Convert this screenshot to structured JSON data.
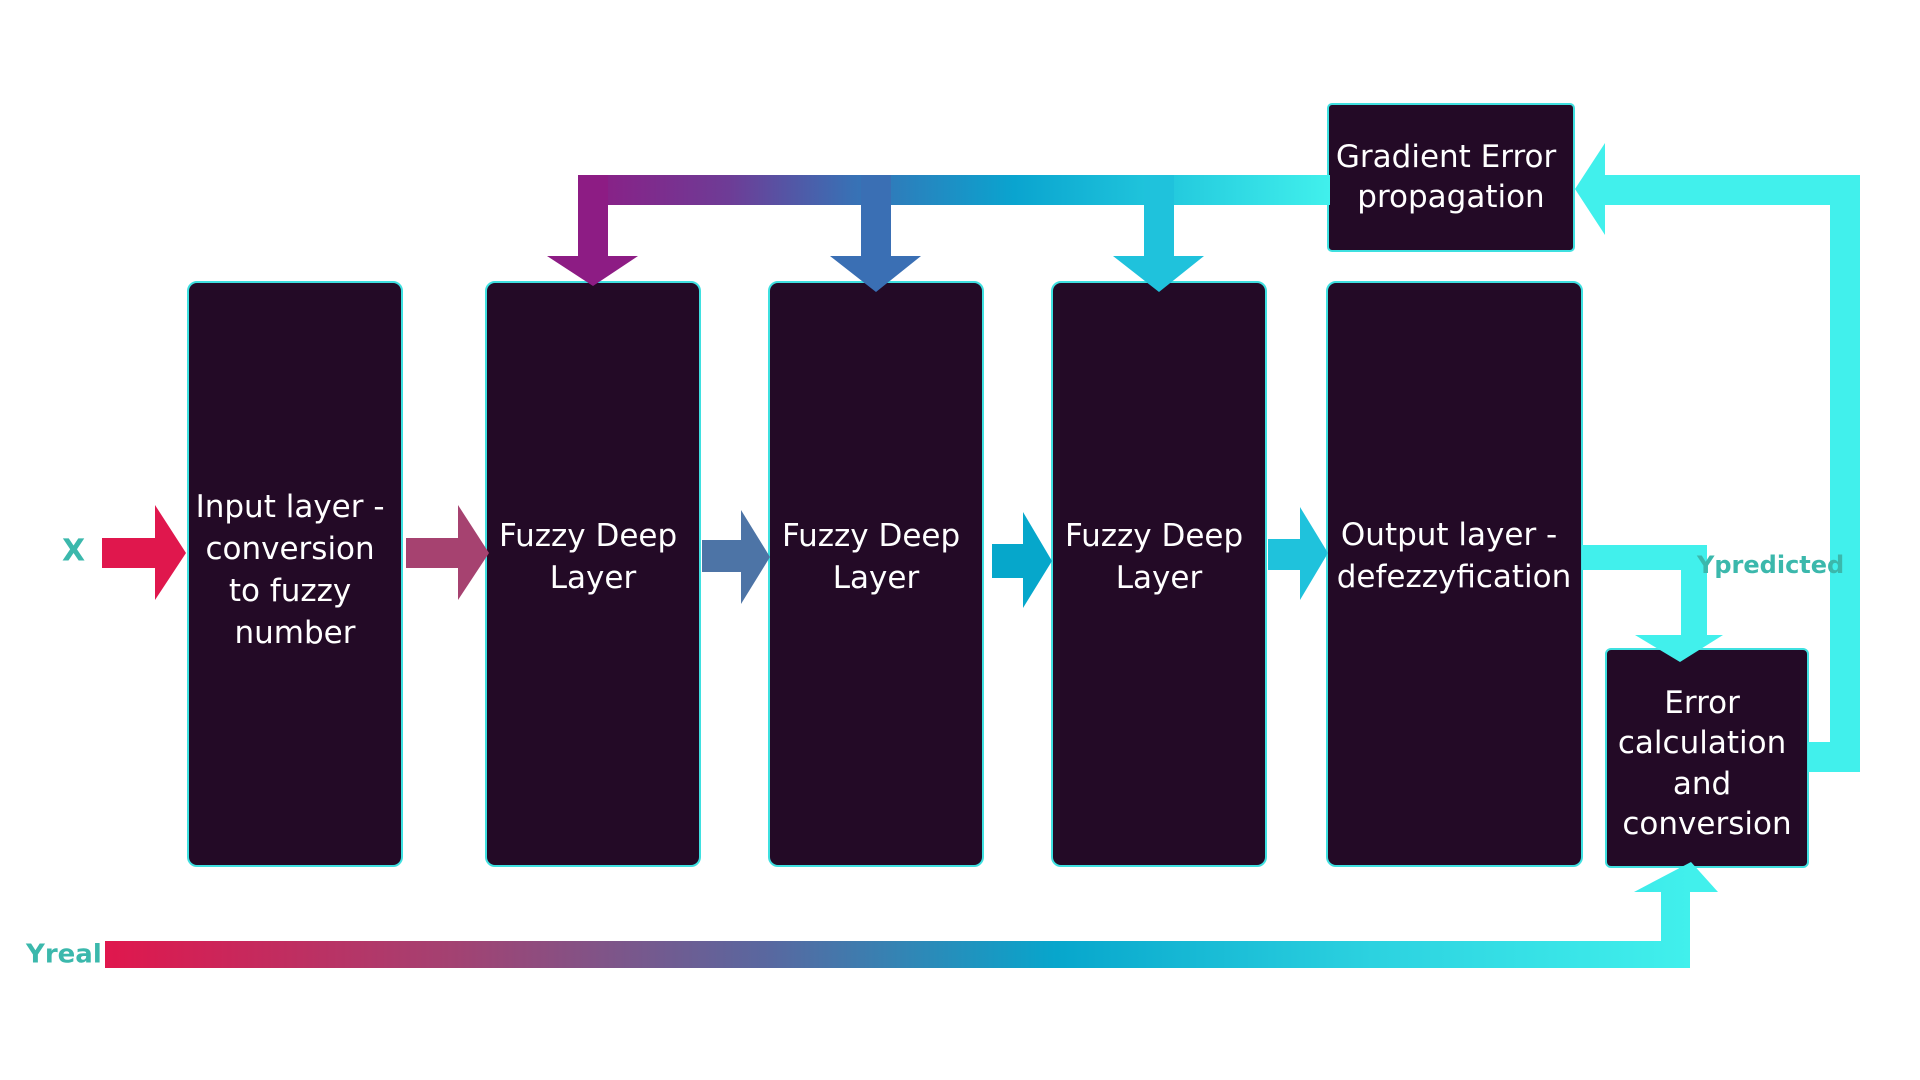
{
  "inputs": {
    "x": "X",
    "yreal": "Yreal",
    "ypredicted": "Ypredicted"
  },
  "boxes": {
    "input_layer": [
      "Input layer -",
      "conversion",
      "to fuzzy",
      "number"
    ],
    "fuzzy_1": [
      "Fuzzy Deep",
      "Layer"
    ],
    "fuzzy_2": [
      "Fuzzy Deep",
      "Layer"
    ],
    "fuzzy_3": [
      "Fuzzy Deep",
      "Layer"
    ],
    "output_layer": [
      "Output layer -",
      "defezzyfication"
    ],
    "error_calc": [
      "Error",
      "calculation",
      "and",
      "conversion"
    ],
    "gradient": [
      "Gradient Error",
      "propagation"
    ]
  },
  "colors": {
    "box_fill": "#230a26",
    "box_border": "#3fe0e0",
    "magenta": "#e0174d",
    "mauve": "#a64270",
    "purple": "#8d1c84",
    "steel_blue": "#4d74a6",
    "blue": "#3a6fb4",
    "teal_blue": "#06a7cb",
    "cyan": "#1fc2dc",
    "aqua": "#41f0ec",
    "label_teal": "#3bb8ac"
  }
}
